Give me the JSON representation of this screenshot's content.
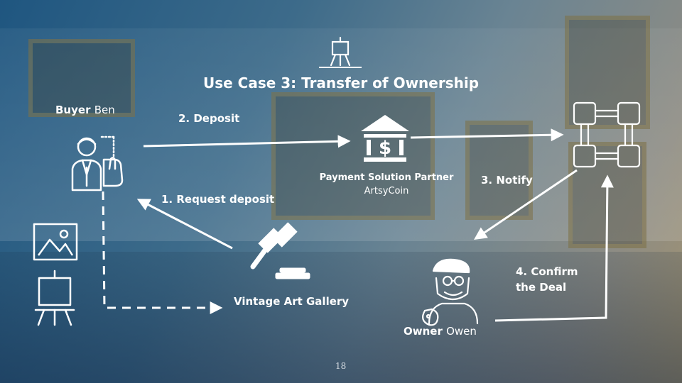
{
  "slide": {
    "title": "Use Case 3: Transfer of Ownership",
    "page_number": "18"
  },
  "actors": {
    "buyer": {
      "role": "Buyer",
      "name": "Ben"
    },
    "owner": {
      "role": "Owner",
      "name": "Owen"
    },
    "gallery": {
      "label": "Vintage Art Gallery"
    },
    "payment": {
      "title": "Payment Solution Partner",
      "name": "ArtsyCoin"
    }
  },
  "steps": {
    "request": "1. Request deposit",
    "deposit": "2. Deposit",
    "notify": "3. Notify",
    "confirm_line1": "4. Confirm",
    "confirm_line2": "the Deal"
  }
}
